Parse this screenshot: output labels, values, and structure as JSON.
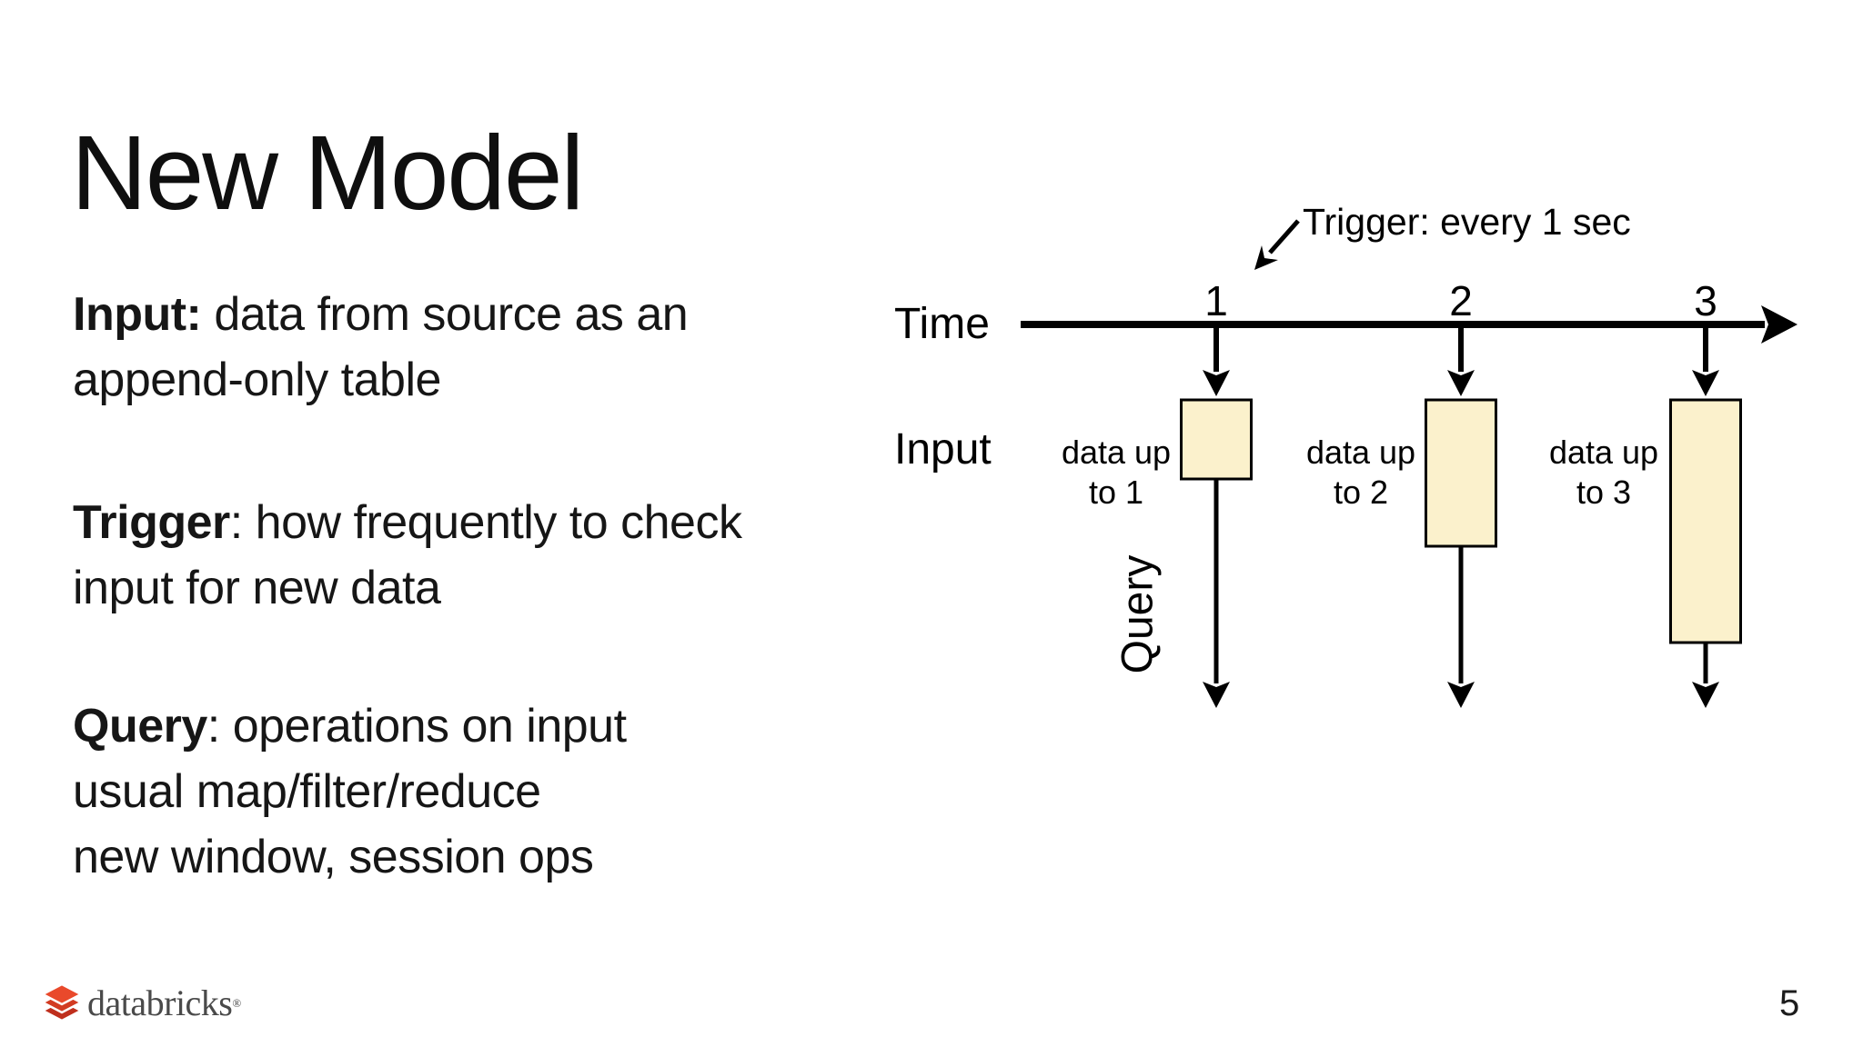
{
  "slide": {
    "title": "New Model",
    "paragraphs": [
      {
        "lead": "Input:",
        "rest": " data from source as an\nappend-only table"
      },
      {
        "lead": "Trigger",
        "rest": ": how frequently to check\ninput for new data"
      },
      {
        "lead": "Query",
        "rest": ": operations on input\nusual map/filter/reduce\nnew window, session ops"
      }
    ]
  },
  "diagram": {
    "trigger_note": "Trigger: every 1 sec",
    "time_label": "Time",
    "input_label": "Input",
    "query_label": "Query",
    "tick_labels": [
      "1",
      "2",
      "3"
    ],
    "data_labels": [
      {
        "line1": "data up",
        "line2": "to 1"
      },
      {
        "line1": "data up",
        "line2": "to 2"
      },
      {
        "line1": "data up",
        "line2": "to 3"
      }
    ],
    "colors": {
      "box_fill": "#FBF1CC",
      "box_stroke": "#000000",
      "ink": "#000000"
    }
  },
  "footer": {
    "logo_text": "databricks",
    "logo_mark": "®",
    "page_number": "5",
    "logo_colors": {
      "top": "#E9492B",
      "mid": "#D23B22",
      "bottom": "#BF2F1D"
    }
  }
}
